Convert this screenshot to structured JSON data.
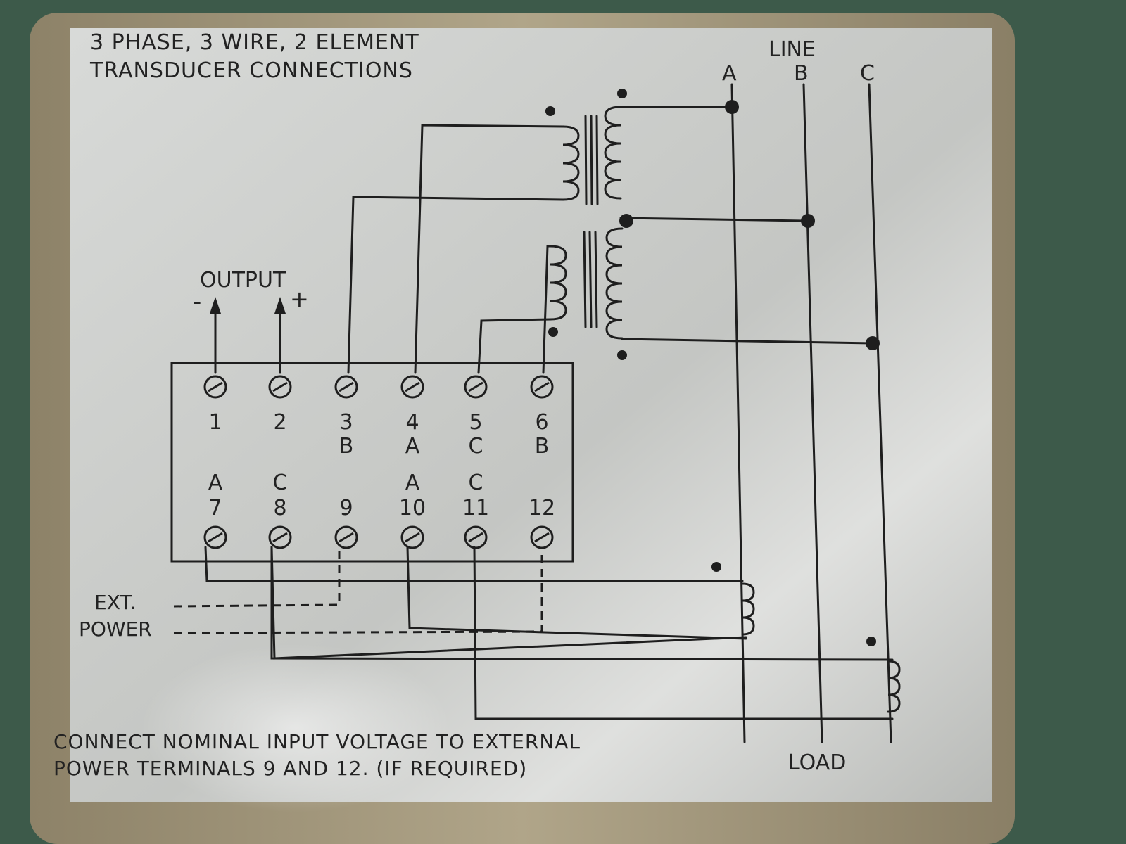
{
  "title": {
    "line1": "3 PHASE, 3 WIRE, 2 ELEMENT",
    "line2": "TRANSDUCER CONNECTIONS"
  },
  "line": {
    "label": "LINE",
    "phases": [
      "A",
      "B",
      "C"
    ]
  },
  "load_label": "LOAD",
  "output": {
    "label": "OUTPUT",
    "minus": "-",
    "plus": "+"
  },
  "terminals_top": [
    {
      "num": "1",
      "phase": ""
    },
    {
      "num": "2",
      "phase": ""
    },
    {
      "num": "3",
      "phase": "B"
    },
    {
      "num": "4",
      "phase": "A"
    },
    {
      "num": "5",
      "phase": "C"
    },
    {
      "num": "6",
      "phase": "B"
    }
  ],
  "terminals_bottom": [
    {
      "num": "7",
      "phase": "A"
    },
    {
      "num": "8",
      "phase": "C"
    },
    {
      "num": "9",
      "phase": ""
    },
    {
      "num": "10",
      "phase": "A"
    },
    {
      "num": "11",
      "phase": "C"
    },
    {
      "num": "12",
      "phase": ""
    }
  ],
  "ext_power": {
    "line1": "EXT.",
    "line2": "POWER"
  },
  "note": {
    "line1": "CONNECT NOMINAL INPUT VOLTAGE TO EXTERNAL",
    "line2": "POWER TERMINALS  9 AND 12. (IF REQUIRED)"
  },
  "colors": {
    "background": "#3d5a4a",
    "housing": "#a89d82",
    "plate": "#c9cbc8",
    "ink": "#1e1e1e"
  }
}
